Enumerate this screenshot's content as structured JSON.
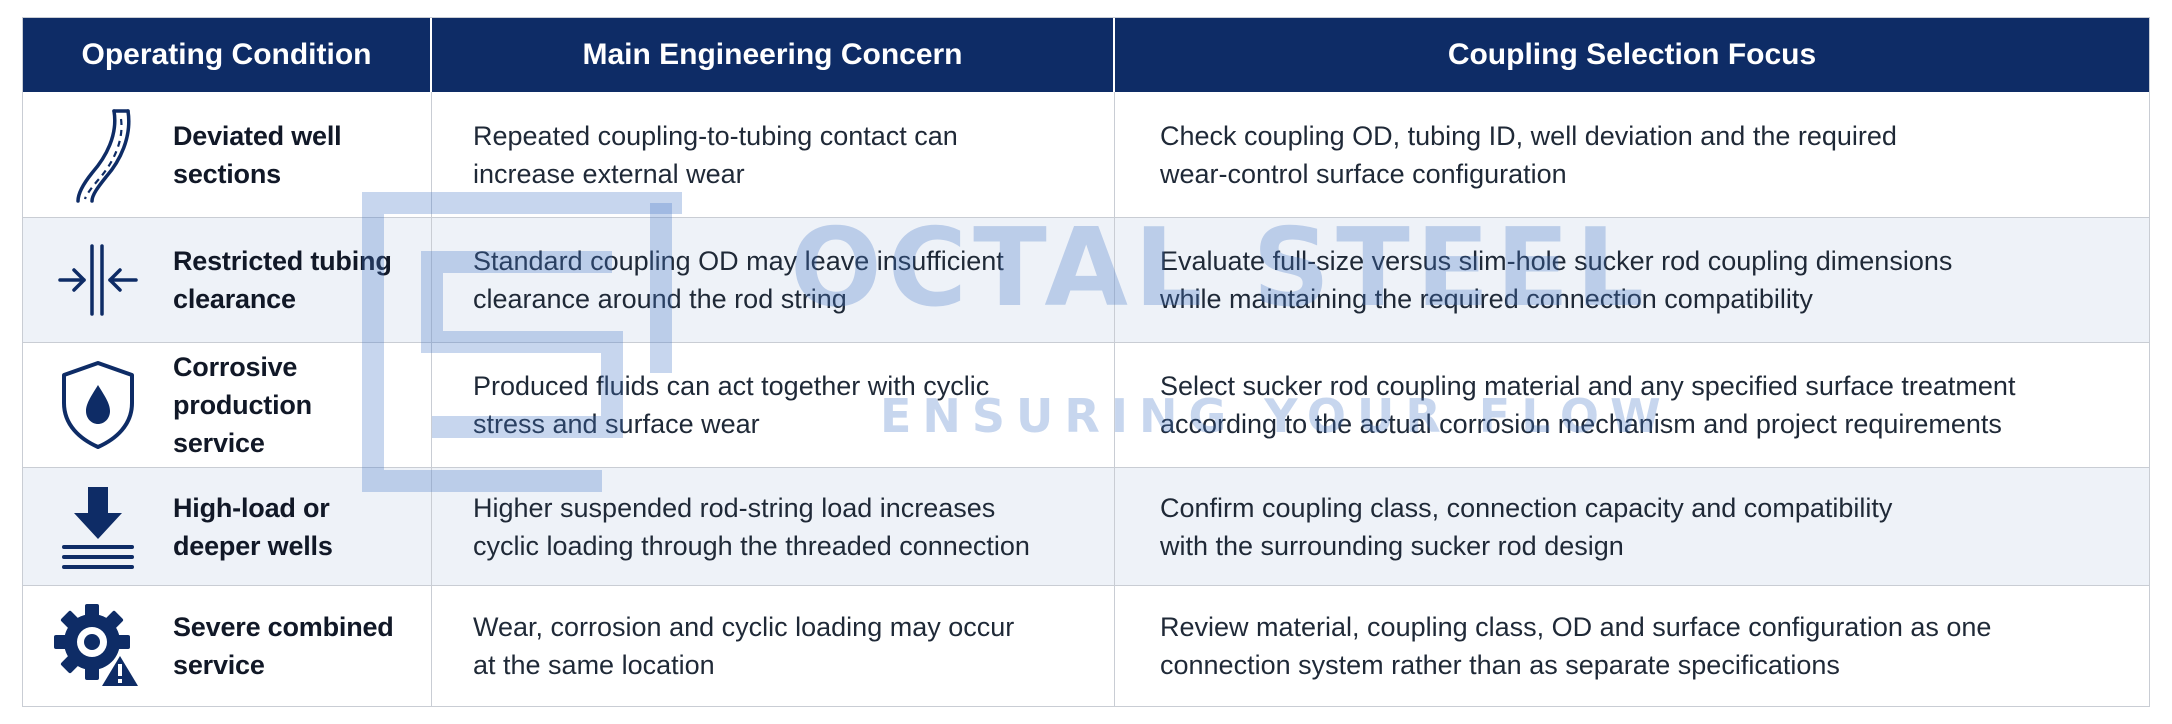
{
  "header": {
    "col1": "Operating Condition",
    "col2": "Main Engineering Concern",
    "col3": "Coupling Selection Focus"
  },
  "rows": [
    {
      "icon": "deviated-well-icon",
      "condition": "Deviated well\nsections",
      "concern": "Repeated coupling-to-tubing contact can\nincrease external wear",
      "focus": "Check coupling OD, tubing ID, well deviation and the required\nwear-control surface configuration"
    },
    {
      "icon": "clearance-arrows-icon",
      "condition": "Restricted tubing\nclearance",
      "concern": "Standard coupling OD may leave insufficient\nclearance around the rod string",
      "focus": "Evaluate full-size versus slim-hole sucker rod coupling dimensions\nwhile maintaining the required connection compatibility"
    },
    {
      "icon": "shield-drop-icon",
      "condition": "Corrosive production\nservice",
      "concern": "Produced fluids can act together with cyclic\nstress and surface wear",
      "focus": "Select sucker rod coupling material and any specified surface treatment\naccording to the actual corrosion mechanism and project requirements"
    },
    {
      "icon": "down-arrow-load-icon",
      "condition": "High-load or\ndeeper wells",
      "concern": "Higher suspended rod-string load increases\ncyclic loading through the threaded connection",
      "focus": "Confirm coupling class, connection capacity and compatibility\nwith the surrounding sucker rod design"
    },
    {
      "icon": "gear-warning-icon",
      "condition": "Severe combined\nservice",
      "concern": "Wear, corrosion and cyclic loading may occur\nat the same location",
      "focus": "Review material, coupling class, OD and surface configuration as one\nconnection system rather than as separate specifications"
    }
  ],
  "watermark": {
    "title": "OCTAL STEEL",
    "subtitle": "ENSURING YOUR FLOW"
  },
  "colors": {
    "header_bg": "#0e2c66",
    "icon": "#0e2c66",
    "alt_row": "#eef2f8",
    "watermark": "#4678c8"
  }
}
